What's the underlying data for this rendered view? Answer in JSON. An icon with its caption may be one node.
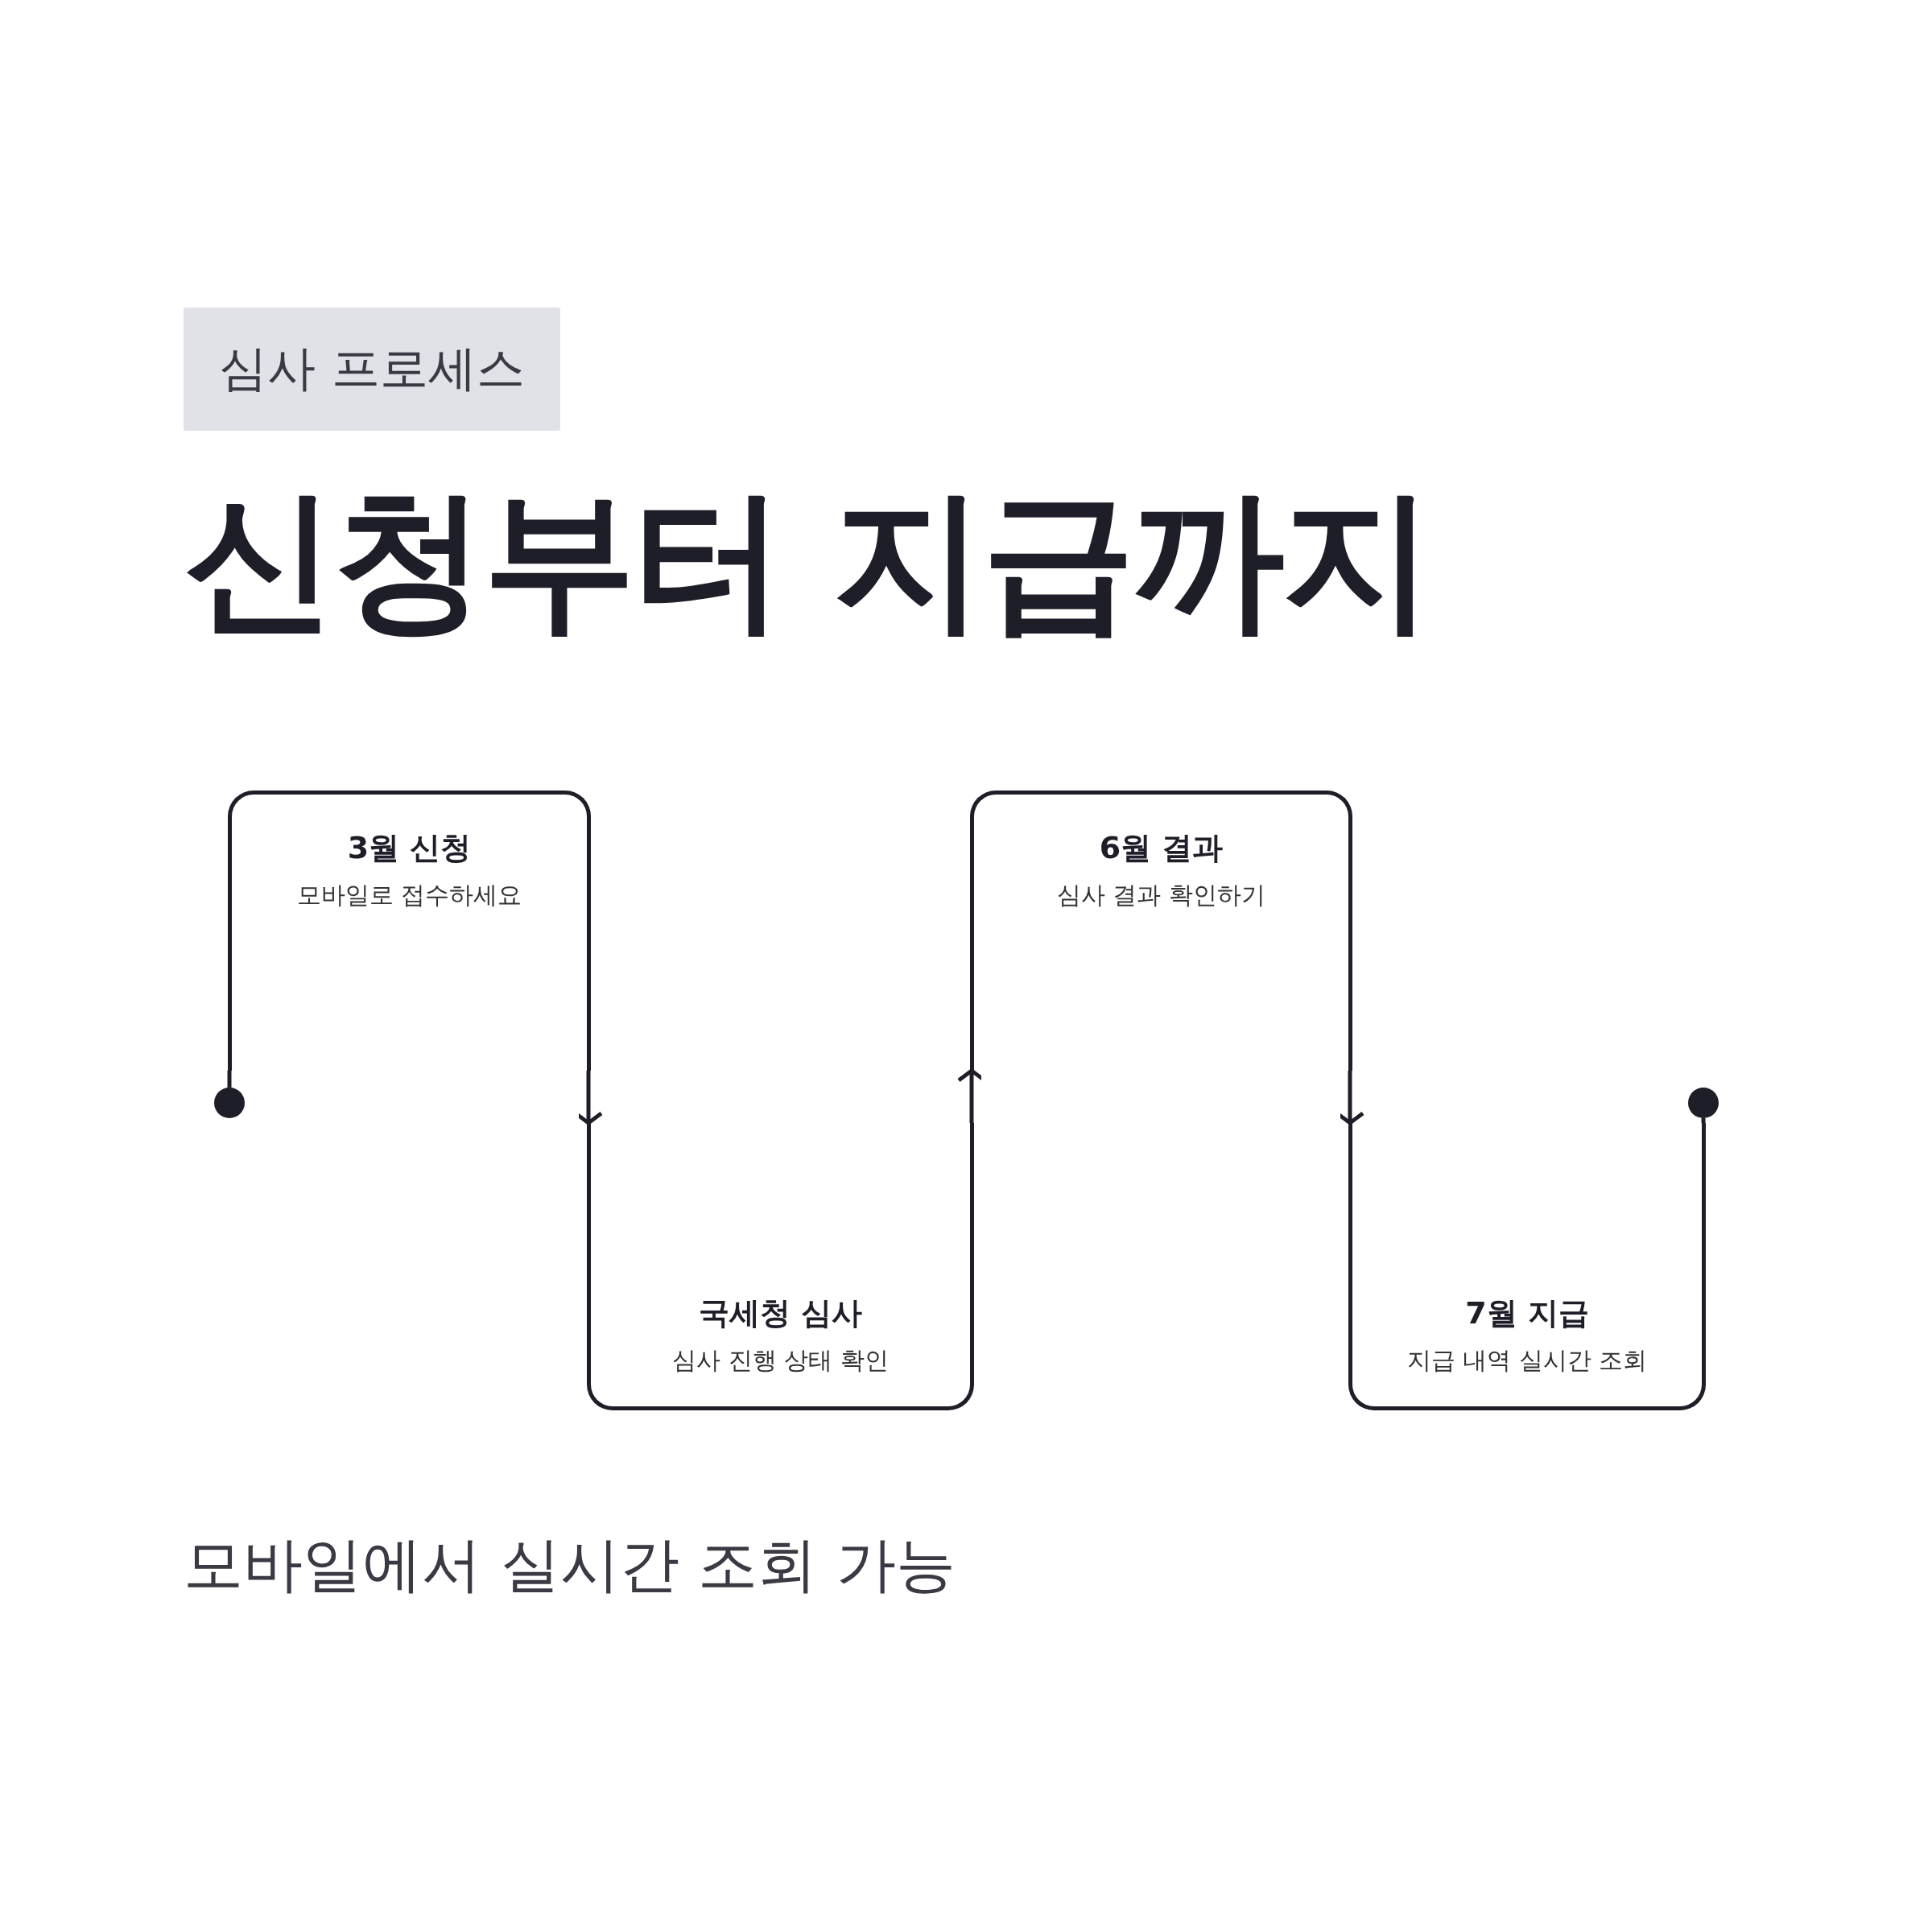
{
  "diagram": {
    "title": "신청부터 지급까지",
    "nodes": [
      {
        "text": [],
        "shape": "circle"
      },
      {
        "text": [
          "3월 신청",
          "모바일로 접수하세요"
        ]
      },
      {
        "text": [
          "국세청 심사",
          "심사 진행 상태 확인"
        ]
      },
      {
        "text": [
          "6월 결과",
          "심사 결과 확인하기"
        ]
      },
      {
        "text": [
          "7월 지급",
          "지급 내역 실시간 조회"
        ]
      },
      {
        "text": [],
        "shape": "circle"
      }
    ],
    "edges": [
      {
        "from": 0,
        "to": 1,
        "arrow": "none"
      },
      {
        "from": 1,
        "to": 2,
        "arrow": "to"
      },
      {
        "from": 2,
        "to": 3,
        "arrow": "to"
      },
      {
        "from": 3,
        "to": 4,
        "arrow": "to"
      },
      {
        "from": 4,
        "to": 5,
        "arrow": "none"
      }
    ],
    "labels": [
      "심사 프로세스",
      "모바일에서 실시간 조회 가능"
    ]
  }
}
